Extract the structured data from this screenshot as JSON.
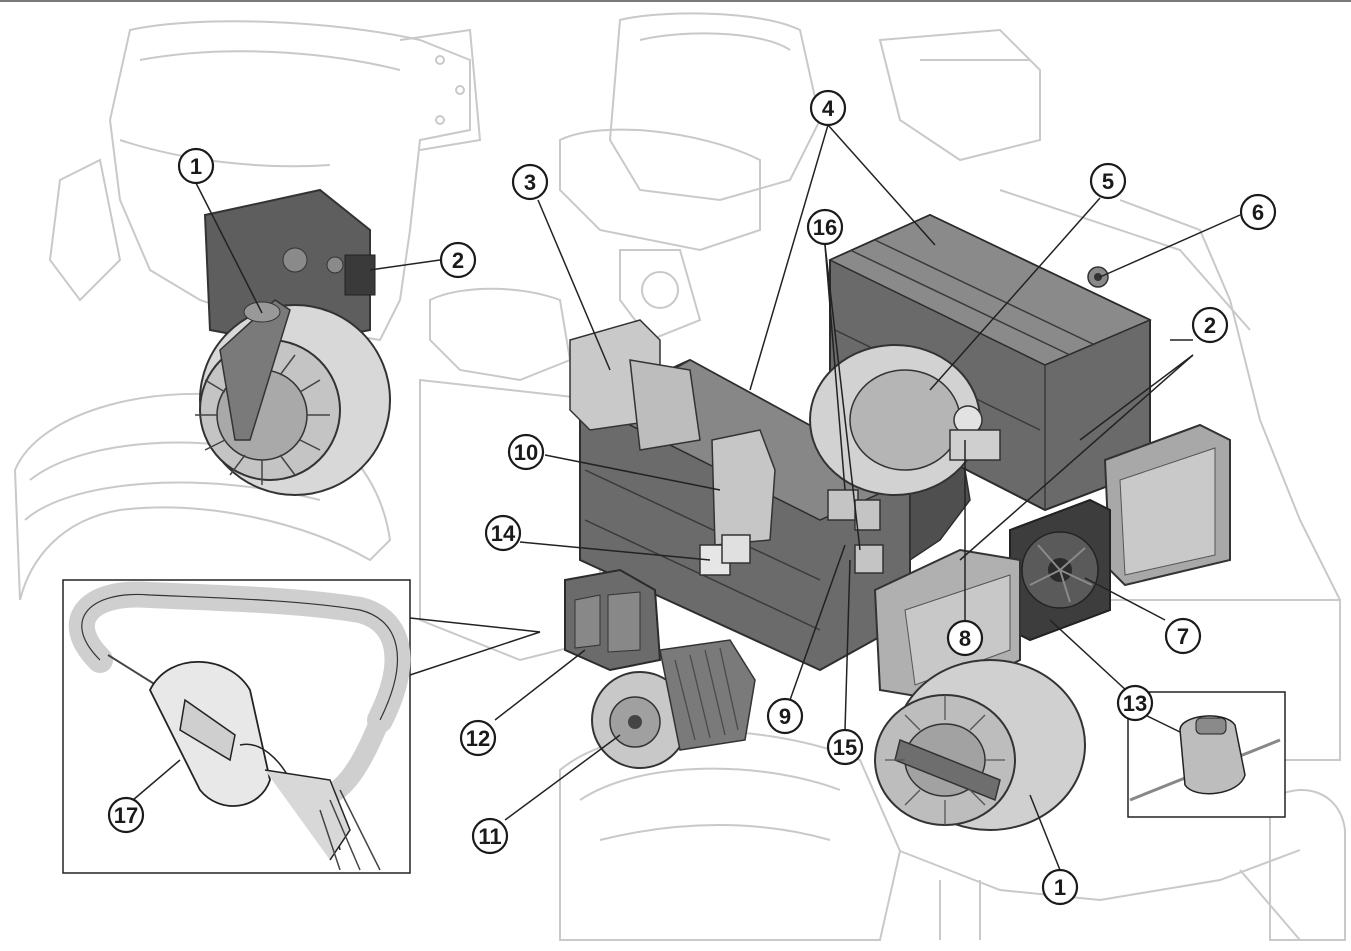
{
  "figure": {
    "top_rule_color": "#7a7a7a",
    "outline_color": "#c9c9c9",
    "component_fill": "#6f6f6f",
    "component_dark": "#4a4a4a",
    "component_light": "#bdbdbd",
    "leader_color": "#222222"
  },
  "callouts": [
    {
      "id": "c1a",
      "label": "1"
    },
    {
      "id": "c1b",
      "label": "1"
    },
    {
      "id": "c2a",
      "label": "2"
    },
    {
      "id": "c2b",
      "label": "2"
    },
    {
      "id": "c3",
      "label": "3"
    },
    {
      "id": "c4",
      "label": "4"
    },
    {
      "id": "c5",
      "label": "5"
    },
    {
      "id": "c6",
      "label": "6"
    },
    {
      "id": "c7",
      "label": "7"
    },
    {
      "id": "c8",
      "label": "8"
    },
    {
      "id": "c9",
      "label": "9"
    },
    {
      "id": "c10",
      "label": "10"
    },
    {
      "id": "c11",
      "label": "11"
    },
    {
      "id": "c12",
      "label": "12"
    },
    {
      "id": "c13",
      "label": "13"
    },
    {
      "id": "c14",
      "label": "14"
    },
    {
      "id": "c15",
      "label": "15"
    },
    {
      "id": "c16",
      "label": "16"
    },
    {
      "id": "c17",
      "label": "17"
    }
  ]
}
